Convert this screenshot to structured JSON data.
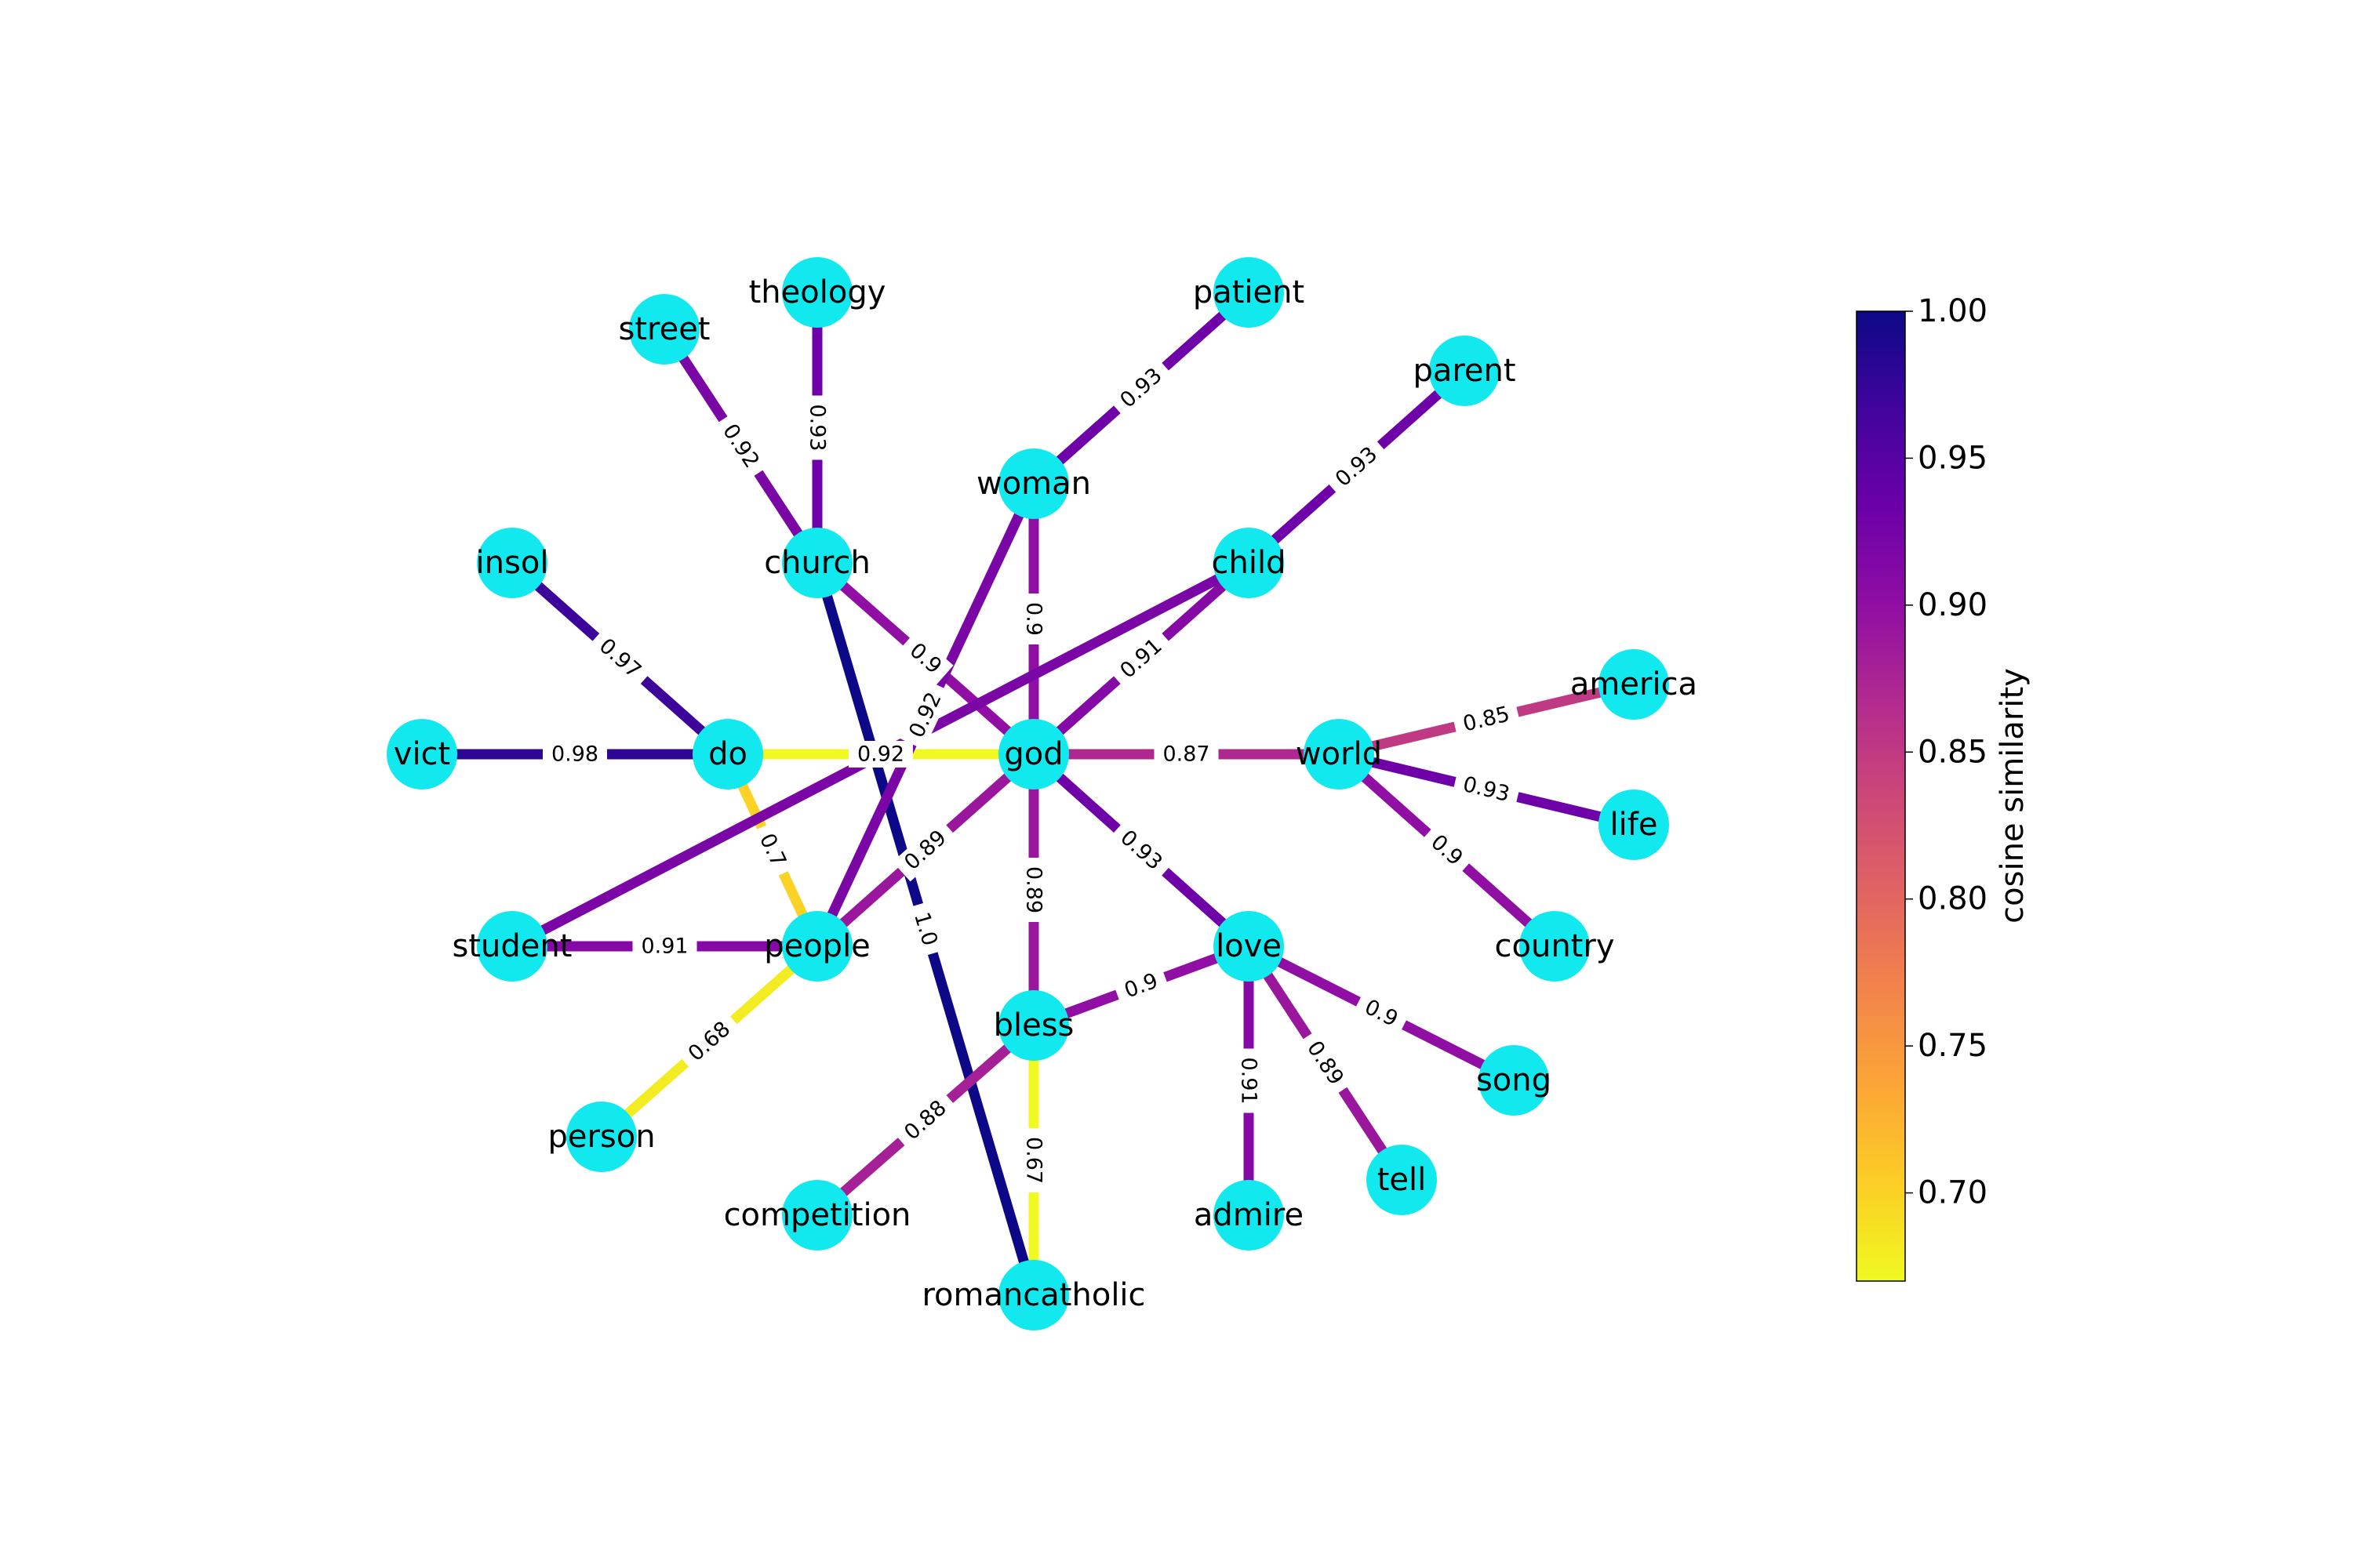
{
  "graph": {
    "node_color": "#12e9ef",
    "nodes": [
      "god",
      "do",
      "people",
      "bless",
      "child",
      "woman",
      "church",
      "world",
      "love",
      "vict",
      "insol",
      "street",
      "theology",
      "patient",
      "parent",
      "student",
      "person",
      "competition",
      "romancatholic",
      "america",
      "life",
      "country",
      "song",
      "tell",
      "admire"
    ],
    "edges": [
      {
        "source": "vict",
        "target": "do",
        "weight": "0.98",
        "value": 0.98
      },
      {
        "source": "insol",
        "target": "do",
        "weight": "0.97",
        "value": 0.97
      },
      {
        "source": "do",
        "target": "god",
        "weight": "0.92",
        "value": 0.67
      },
      {
        "source": "do",
        "target": "people",
        "weight": "0.7",
        "value": 0.7
      },
      {
        "source": "street",
        "target": "church",
        "weight": "0.92",
        "value": 0.92
      },
      {
        "source": "theology",
        "target": "church",
        "weight": "0.93",
        "value": 0.93
      },
      {
        "source": "church",
        "target": "god",
        "weight": "0.9",
        "value": 0.9
      },
      {
        "source": "church",
        "target": "romancatholic",
        "weight": "1.0",
        "value": 1.0
      },
      {
        "source": "patient",
        "target": "woman",
        "weight": "0.93",
        "value": 0.93
      },
      {
        "source": "woman",
        "target": "god",
        "weight": "0.9",
        "value": 0.9
      },
      {
        "source": "woman",
        "target": "people",
        "weight": "0.92",
        "value": 0.92
      },
      {
        "source": "parent",
        "target": "child",
        "weight": "0.93",
        "value": 0.93
      },
      {
        "source": "child",
        "target": "god",
        "weight": "0.91",
        "value": 0.91
      },
      {
        "source": "child",
        "target": "student",
        "weight": "",
        "value": 0.92
      },
      {
        "source": "god",
        "target": "world",
        "weight": "0.87",
        "value": 0.87
      },
      {
        "source": "god",
        "target": "people",
        "weight": "0.89",
        "value": 0.89
      },
      {
        "source": "god",
        "target": "bless",
        "weight": "0.89",
        "value": 0.89
      },
      {
        "source": "god",
        "target": "love",
        "weight": "0.93",
        "value": 0.93
      },
      {
        "source": "student",
        "target": "people",
        "weight": "0.91",
        "value": 0.91
      },
      {
        "source": "people",
        "target": "person",
        "weight": "0.68",
        "value": 0.68
      },
      {
        "source": "bless",
        "target": "love",
        "weight": "0.9",
        "value": 0.9
      },
      {
        "source": "bless",
        "target": "competition",
        "weight": "0.88",
        "value": 0.88
      },
      {
        "source": "bless",
        "target": "romancatholic",
        "weight": "0.67",
        "value": 0.67
      },
      {
        "source": "world",
        "target": "america",
        "weight": "0.85",
        "value": 0.85
      },
      {
        "source": "world",
        "target": "life",
        "weight": "0.93",
        "value": 0.93
      },
      {
        "source": "world",
        "target": "country",
        "weight": "0.9",
        "value": 0.9
      },
      {
        "source": "love",
        "target": "song",
        "weight": "0.9",
        "value": 0.9
      },
      {
        "source": "love",
        "target": "tell",
        "weight": "0.89",
        "value": 0.89
      },
      {
        "source": "love",
        "target": "admire",
        "weight": "0.91",
        "value": 0.91
      }
    ]
  },
  "colorbar": {
    "title": "cosine similarity",
    "min": 0.67,
    "max": 1.0,
    "ticks": [
      "0.70",
      "0.75",
      "0.80",
      "0.85",
      "0.90",
      "0.95",
      "1.00"
    ],
    "colormap": "plasma"
  }
}
